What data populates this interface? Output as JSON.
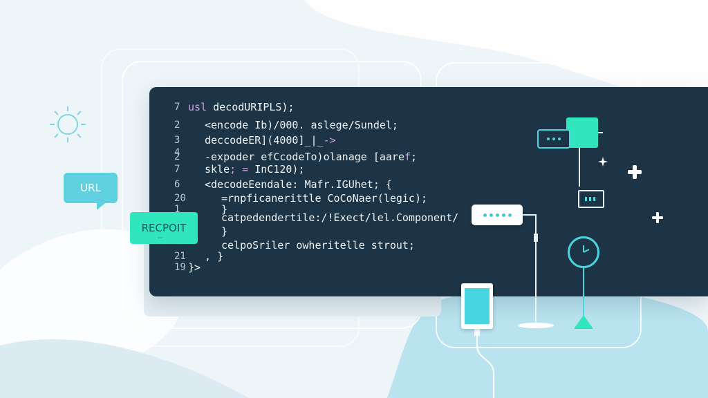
{
  "code_lines": [
    {
      "num": "7",
      "parts": [
        {
          "t": "usl",
          "c": "kw"
        },
        {
          "t": " decodURIPLS);",
          "c": ""
        }
      ],
      "indent": 0
    },
    {
      "num": "2",
      "parts": [
        {
          "t": "<encode Ib)/000. aslege/Sundel;",
          "c": ""
        }
      ],
      "indent": 1
    },
    {
      "num": "3",
      "parts": [
        {
          "t": "deccodeER](4000]_|_",
          "c": ""
        },
        {
          "t": "->",
          "c": "kw"
        }
      ],
      "indent": 1
    },
    {
      "num": "4",
      "parts": [],
      "indent": 0
    },
    {
      "num": "2",
      "parts": [
        {
          "t": "-expoder efCcodeTo)olanage [aare",
          "c": ""
        },
        {
          "t": "f",
          "c": "kw"
        },
        {
          "t": ";",
          "c": ""
        }
      ],
      "indent": 1
    },
    {
      "num": "7",
      "parts": [
        {
          "t": "skle",
          "c": ""
        },
        {
          "t": "; =",
          "c": "kw"
        },
        {
          "t": " InC120);",
          "c": ""
        }
      ],
      "indent": 1
    },
    {
      "num": "6",
      "parts": [
        {
          "t": "<decodeEendale:  Mafr.IGUhet; {",
          "c": ""
        }
      ],
      "indent": 1
    },
    {
      "num": "20",
      "parts": [
        {
          "t": "=rnpficanerittle CoCoNaer(legic);",
          "c": ""
        }
      ],
      "indent": 2
    },
    {
      "num": "1",
      "parts": [
        {
          "t": "}",
          "c": ""
        }
      ],
      "indent": 2
    },
    {
      "num": "",
      "parts": [
        {
          "t": "catpedendertile:/!Exect/lel.Component/",
          "c": ""
        }
      ],
      "indent": 2
    },
    {
      "num": "",
      "parts": [
        {
          "t": "}",
          "c": ""
        }
      ],
      "indent": 2
    },
    {
      "num": "",
      "parts": [
        {
          "t": "celpoSriler owheritelle strout;",
          "c": ""
        }
      ],
      "indent": 2
    },
    {
      "num": "21",
      "parts": [
        {
          "t": ",  }",
          "c": ""
        }
      ],
      "indent": 1
    },
    {
      "num": "19",
      "parts": [
        {
          "t": "}>",
          "c": ""
        }
      ],
      "indent": 0
    }
  ],
  "url_bubble": "URL",
  "recpt_tag": "RECPOIT",
  "recpt_sub": "--",
  "colors": {
    "panel": "#1d3446",
    "accent": "#2fe6bd",
    "cyan": "#49d5e0",
    "keyword": "#d3a0e3"
  },
  "icons": [
    "sun-icon",
    "sparkle-icon",
    "plus-icon",
    "clock-icon",
    "phone-icon",
    "chart-icon"
  ]
}
